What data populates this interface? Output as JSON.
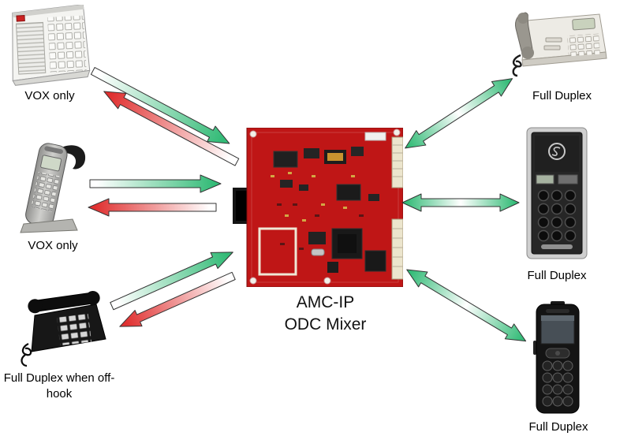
{
  "title": {
    "line1": "AMC-IP",
    "line2": "ODC Mixer"
  },
  "devices": [
    {
      "id": "wall-intercom",
      "label": "VOX only",
      "position": "top-left"
    },
    {
      "id": "handset-phone",
      "label": "VOX only",
      "position": "middle-left"
    },
    {
      "id": "desk-phone-black",
      "label": "Full Duplex when off-hook",
      "position": "bottom-left"
    },
    {
      "id": "desk-phone-white",
      "label": "Full Duplex",
      "position": "top-right"
    },
    {
      "id": "door-station",
      "label": "Full Duplex",
      "position": "middle-right"
    },
    {
      "id": "mobile-phone",
      "label": "Full Duplex",
      "position": "bottom-right"
    }
  ],
  "arrows": [
    {
      "from": "wall-intercom",
      "to": "mixer",
      "type": "one-way",
      "color": "green"
    },
    {
      "from": "mixer",
      "to": "wall-intercom",
      "type": "one-way",
      "color": "red"
    },
    {
      "from": "handset-phone",
      "to": "mixer",
      "type": "one-way",
      "color": "green"
    },
    {
      "from": "mixer",
      "to": "handset-phone",
      "type": "one-way",
      "color": "red"
    },
    {
      "from": "desk-phone-black",
      "to": "mixer",
      "type": "one-way",
      "color": "green"
    },
    {
      "from": "mixer",
      "to": "desk-phone-black",
      "type": "one-way",
      "color": "red"
    },
    {
      "from": "mixer",
      "to": "desk-phone-white",
      "type": "two-way",
      "color": "green"
    },
    {
      "from": "mixer",
      "to": "door-station",
      "type": "two-way",
      "color": "green"
    },
    {
      "from": "mixer",
      "to": "mobile-phone",
      "type": "two-way",
      "color": "green"
    }
  ],
  "colors": {
    "to_mixer_arrow": "#33bb77",
    "from_mixer_arrow": "#e03030",
    "board_red": "#bf1616",
    "background": "#ffffff",
    "label_text": "#000000"
  }
}
